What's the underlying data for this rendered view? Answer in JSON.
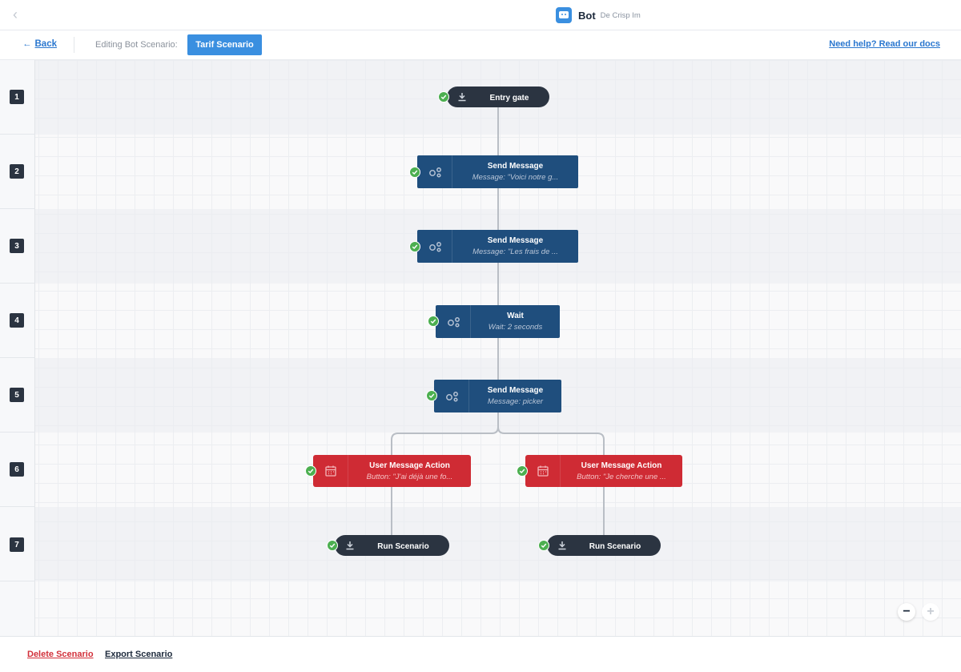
{
  "header": {
    "back_chevron": "‹",
    "title": "Bot",
    "subtitle": "De Crisp Im"
  },
  "subbar": {
    "back_label": "Back",
    "editing_label": "Editing Bot Scenario:",
    "scenario_name": "Tarif Scenario",
    "help_label": "Need help? Read our docs"
  },
  "rows": [
    "1",
    "2",
    "3",
    "4",
    "5",
    "6",
    "7"
  ],
  "nodes": {
    "entry_gate": {
      "title": "Entry gate"
    },
    "send_message_1": {
      "title": "Send Message",
      "subtitle": "Message: \"Voici notre g..."
    },
    "send_message_2": {
      "title": "Send Message",
      "subtitle": "Message: \"Les frais de ..."
    },
    "wait": {
      "title": "Wait",
      "subtitle": "Wait: 2 seconds"
    },
    "send_message_3": {
      "title": "Send Message",
      "subtitle": "Message: picker"
    },
    "user_action_1": {
      "title": "User Message Action",
      "subtitle": "Button: \"J'ai déjà une fo..."
    },
    "user_action_2": {
      "title": "User Message Action",
      "subtitle": "Button: \"Je cherche une ..."
    },
    "run_scenario_1": {
      "title": "Run Scenario"
    },
    "run_scenario_2": {
      "title": "Run Scenario"
    }
  },
  "zoom": {
    "out_label": "−",
    "in_label": "+"
  },
  "footer": {
    "delete_label": "Delete Scenario",
    "export_label": "Export Scenario"
  },
  "colors": {
    "accent": "#3a8fe0",
    "action_node": "#1f4e7d",
    "gate_node": "#2b3441",
    "user_node": "#cf2b34",
    "check_ok": "#4caf50",
    "danger": "#d2303a"
  }
}
